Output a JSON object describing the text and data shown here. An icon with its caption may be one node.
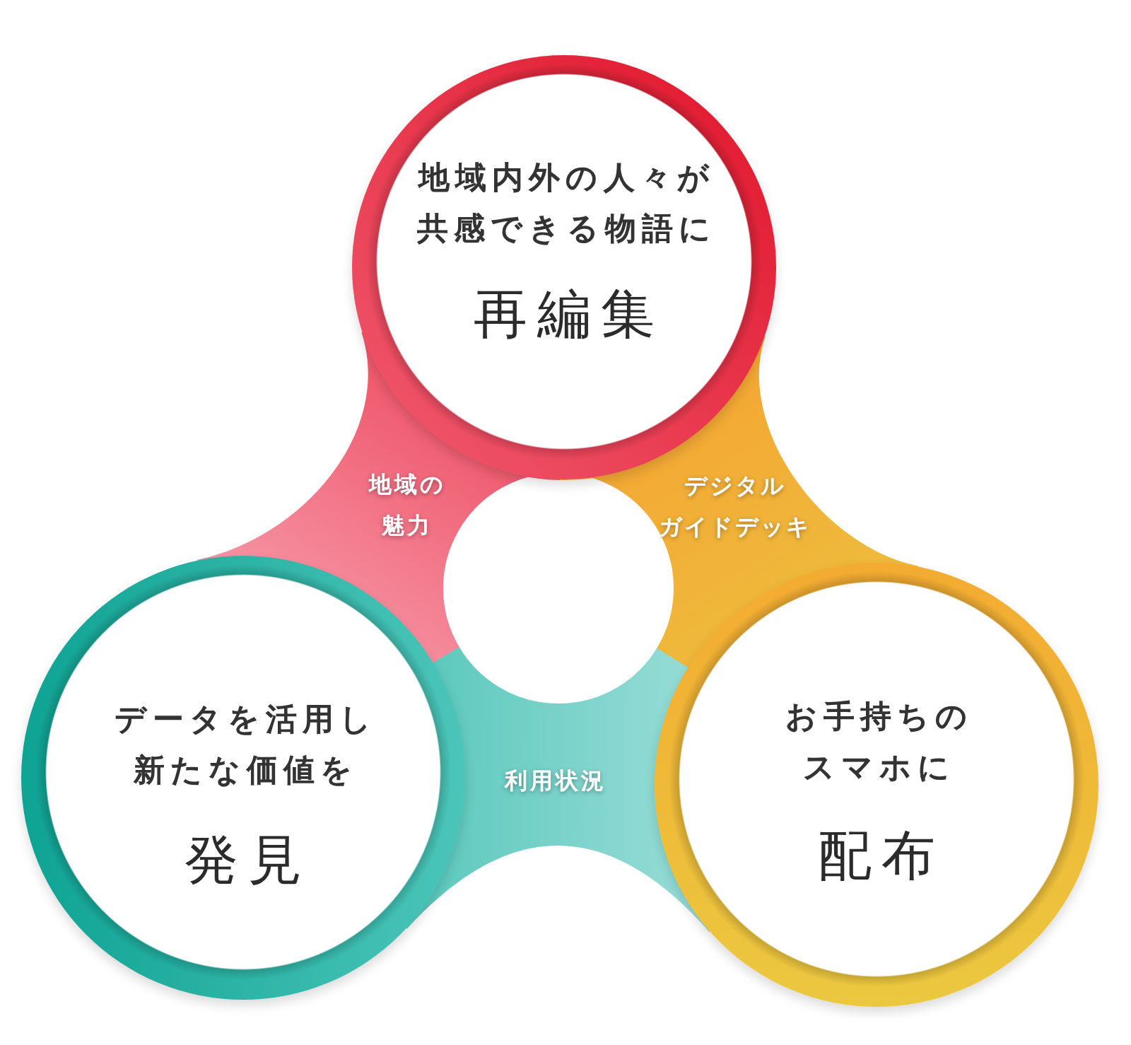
{
  "diagram": {
    "nodes": [
      {
        "text": [
          "地域内外の人々が共感できる物語に",
          "再編集"
        ]
      },
      {
        "text": [
          "地域の魅力"
        ]
      },
      {
        "text": [
          "デジタルガイドデッキ"
        ]
      },
      {
        "text": [
          "データを活用し新たな価値を",
          "発見"
        ]
      },
      {
        "text": [
          "利用状況"
        ]
      },
      {
        "text": [
          "お手持ちのスマホに",
          "配布"
        ]
      }
    ]
  }
}
